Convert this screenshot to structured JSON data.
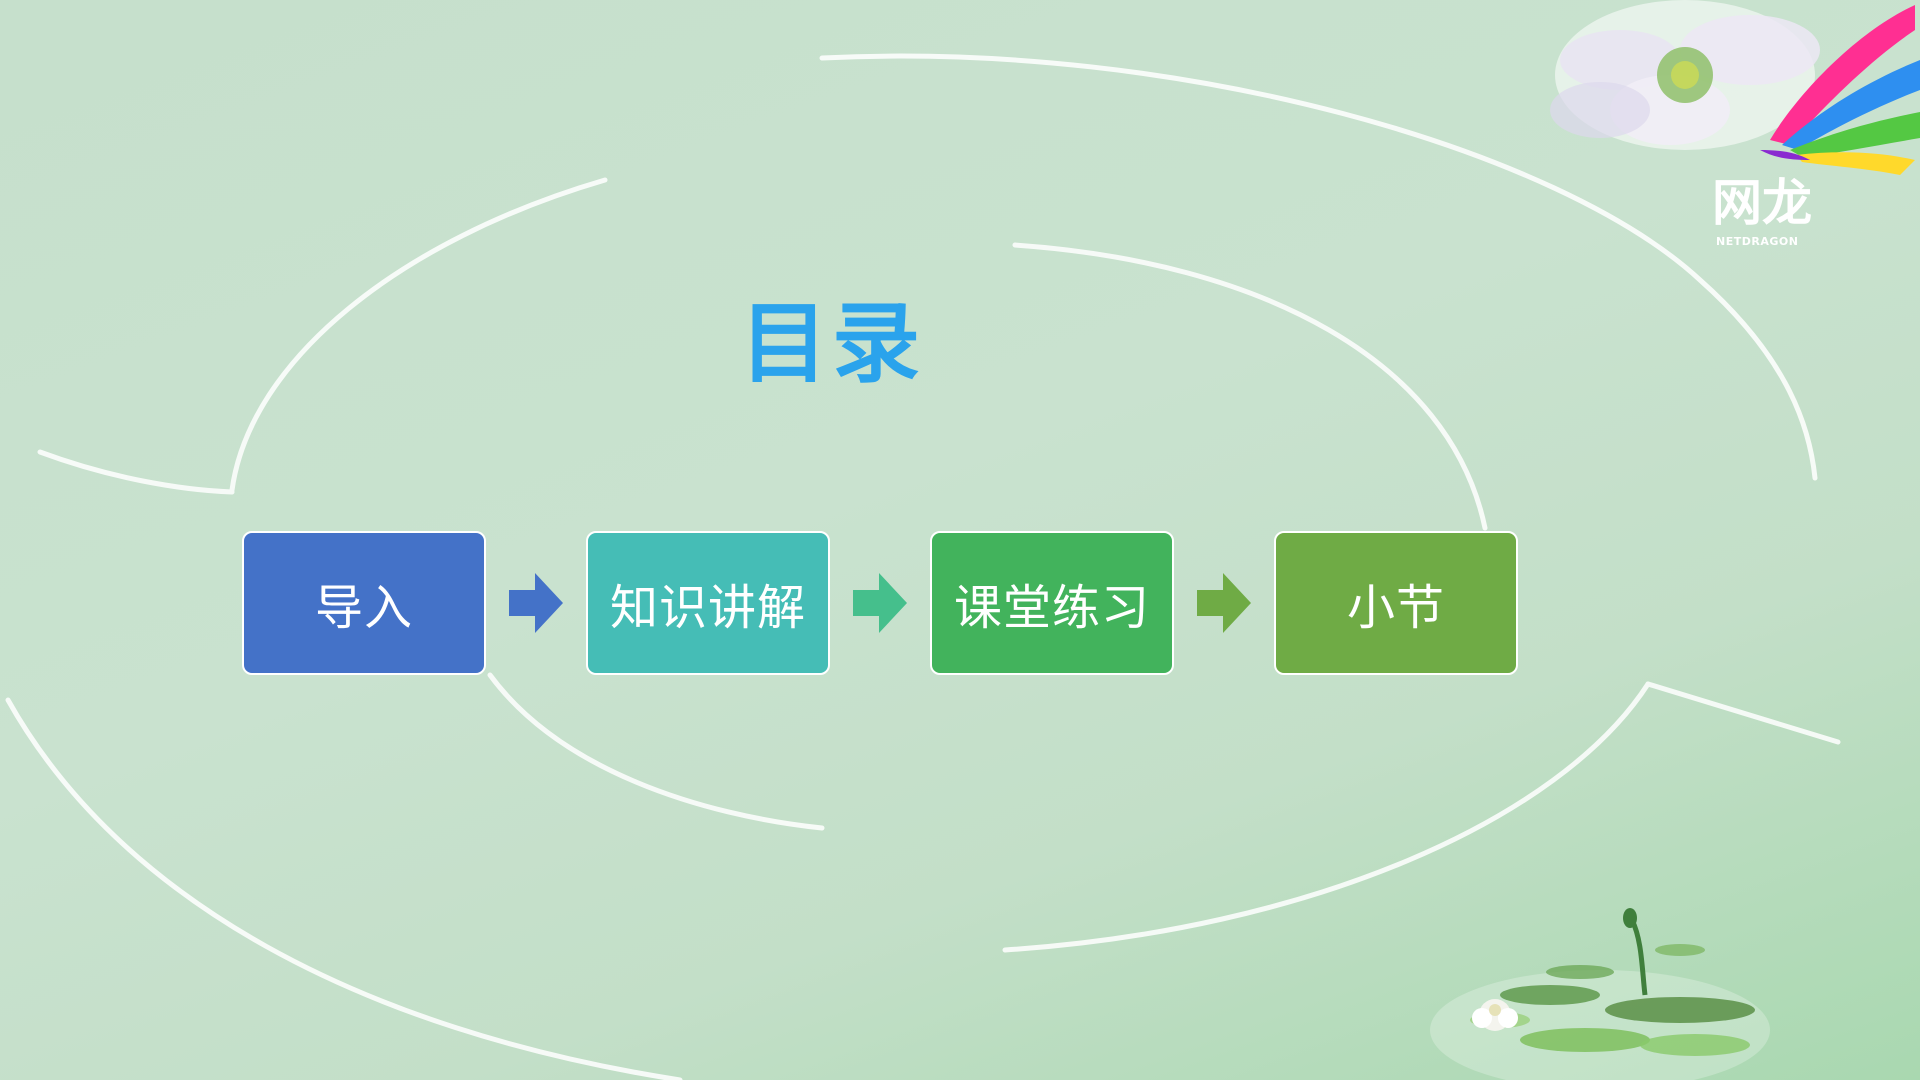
{
  "slide": {
    "title": "目录",
    "steps": [
      {
        "label": "导入",
        "color": "#4472c8"
      },
      {
        "label": "知识讲解",
        "color": "#45bdb6"
      },
      {
        "label": "课堂练习",
        "color": "#42b35c"
      },
      {
        "label": "小节",
        "color": "#6fab45"
      }
    ],
    "arrow_colors": [
      "#4472c8",
      "#45bf8c",
      "#6fab45"
    ],
    "title_color": "#2aa3ec"
  },
  "logo": {
    "name": "网龙",
    "sub": "NETDRAGON"
  },
  "icons": [
    "arrow-right-icon",
    "flower-decoration",
    "lotus-pad-decoration",
    "brand-logo"
  ]
}
